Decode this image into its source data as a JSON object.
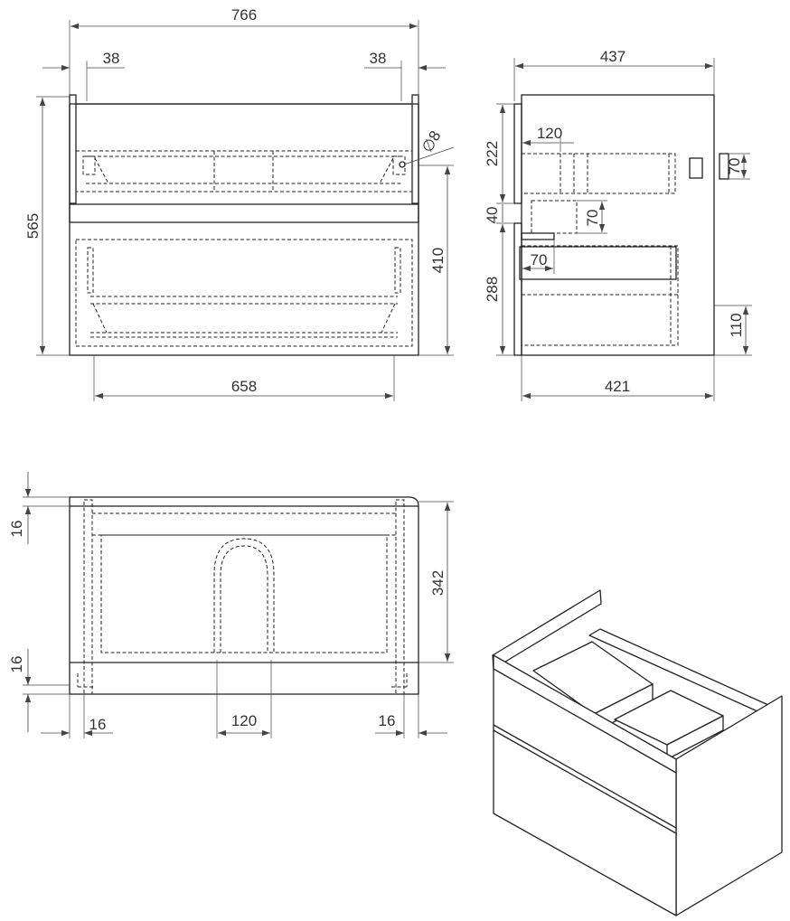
{
  "front_view": {
    "overall_width": "766",
    "left_offset": "38",
    "right_offset": "38",
    "overall_height": "565",
    "body_height": "410",
    "inner_width": "658",
    "pipe_diameter": "∅8"
  },
  "side_view": {
    "overall_depth": "437",
    "inner_depth": "421",
    "top_drawer_height": "222",
    "gap": "40",
    "bottom_drawer_height": "288",
    "cutout_depth": "120",
    "cutout_height": "70",
    "notch_height": "70",
    "notch_width": "70",
    "outlet_height": "70",
    "back_height": "110"
  },
  "top_view": {
    "front_thickness": "16",
    "back_thickness": "16",
    "depth": "342",
    "left_side": "16",
    "right_side": "16",
    "cutout_width": "120"
  },
  "colors": {
    "line": "#222222",
    "dimension": "#444444",
    "background": "#ffffff"
  }
}
